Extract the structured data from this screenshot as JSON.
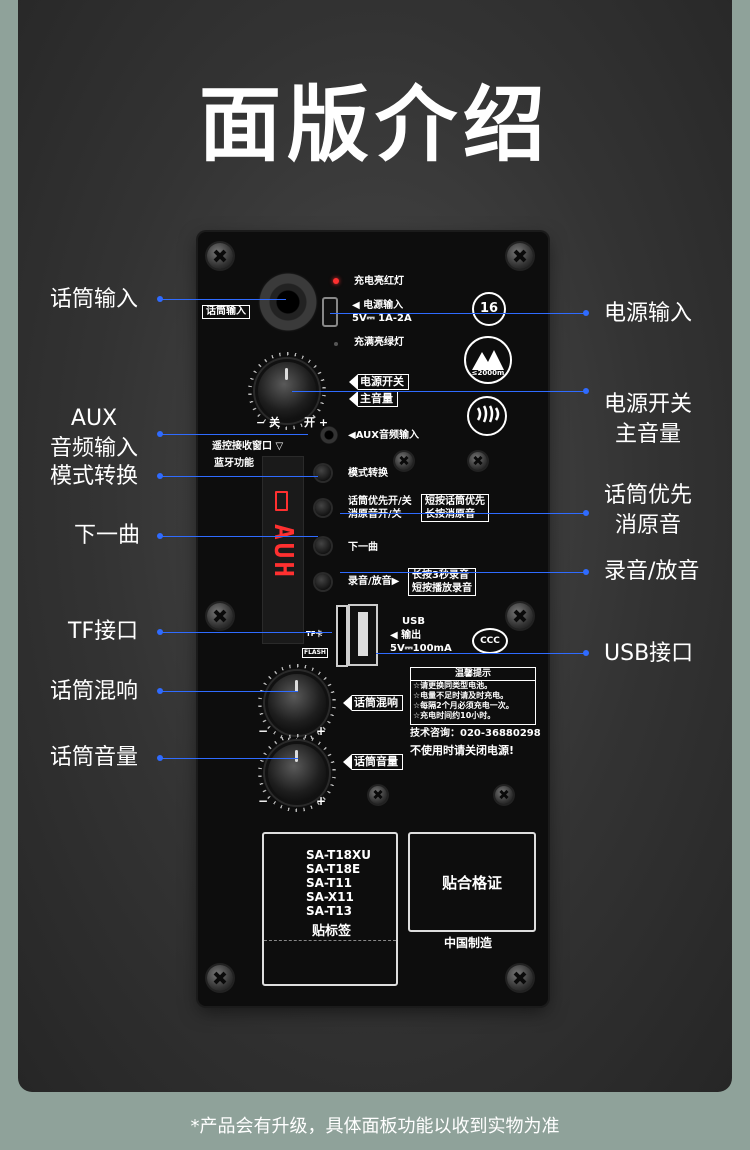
{
  "title": "面版介绍",
  "footnote": "*产品会有升级，具体面板功能以收到实物为准",
  "callouts": {
    "mic_input": "话筒输入",
    "aux_line1": "AUX",
    "aux_line2": "音频输入",
    "mode": "模式转换",
    "next": "下一曲",
    "tf": "TF接口",
    "reverb": "话筒混响",
    "mic_vol": "话筒音量",
    "power_in": "电源输入",
    "power_sw_line1": "电源开关",
    "power_sw_line2": "主音量",
    "mic_priority_line1": "话筒优先",
    "mic_priority_line2": "消原音",
    "record": "录音/放音",
    "usb": "USB接口"
  },
  "panel": {
    "mic_label": "话筒输入",
    "charge_red": "充电亮红灯",
    "power_in_line1": "电源输入",
    "power_in_line2": "5V⎓ 1A-2A",
    "charge_green": "充满亮绿灯",
    "badge_16": "16",
    "altitude": "≤2000m",
    "switch_line1": "电源开关",
    "switch_line2": "主音量",
    "off_label": "关",
    "on_label": "开",
    "minus": "−",
    "plus": "+",
    "aux_label": "AUX音频输入",
    "remote": "遥控接收窗口 ▽",
    "bluetooth": "蓝牙功能",
    "display": "AUH",
    "mode_label": "模式转换",
    "mic_pri_line1": "话筒优先开/关",
    "mic_pri_line2": "消原音开/关",
    "mic_pri_box1": "短按话筒优先",
    "mic_pri_box2": "长按消原音",
    "next_label": "下一曲",
    "rec_label": "录音/放音",
    "rec_box1": "长按3秒录音",
    "rec_box2": "短按播放录音",
    "tf_slot": "TF卡",
    "tf_flash": "FLASH",
    "usb_title": "USB",
    "usb_line1": "输出",
    "usb_line2": "5V⎓100mA",
    "reverb_label": "话筒混响",
    "vol_label": "话筒音量",
    "tips_title": "温馨提示",
    "tips": [
      "☆请更换同类型电池。",
      "☆电量不足时请及时充电。",
      "☆每隔2个月必须充电一次。",
      "☆充电时间约10小时。"
    ],
    "hotline": "技术咨询：020-36880298",
    "warning": "不使用时请关闭电源!",
    "models": [
      "SA-T18XU",
      "SA-T18E",
      "SA-T11",
      "SA-X11",
      "SA-T13"
    ],
    "sticker_label": "贴标签",
    "cert_label": "贴合格证",
    "made_in": "中国制造"
  },
  "colors": {
    "accent": "#2f6bff",
    "background": "#8fa29a",
    "card": "#3a3a3a",
    "led": "#ff3030"
  }
}
